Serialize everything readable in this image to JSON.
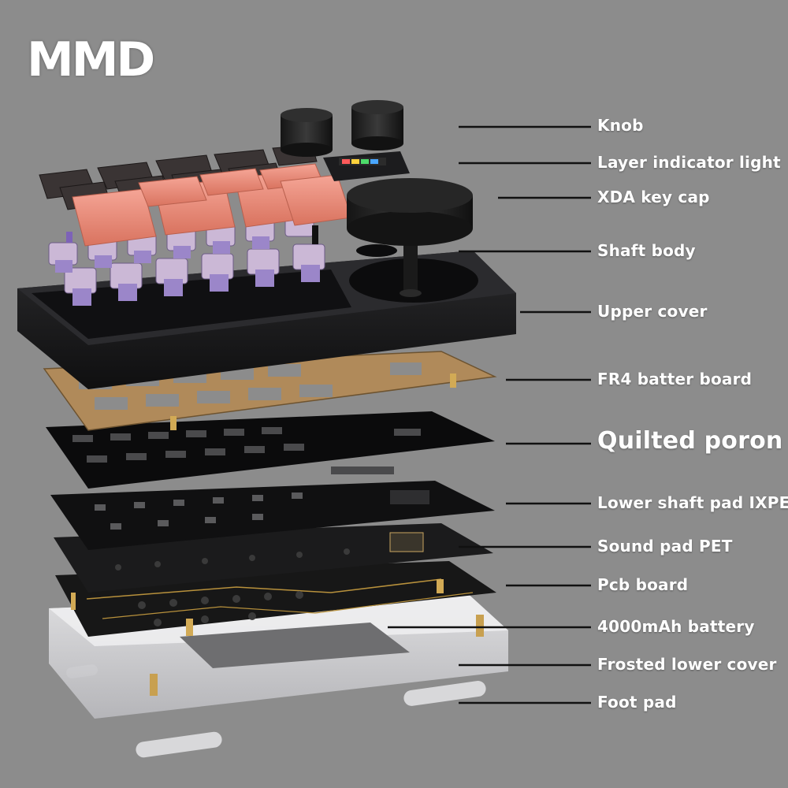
{
  "brand": {
    "logo_text": "MMD"
  },
  "callouts": [
    {
      "id": "knob",
      "label": "Knob"
    },
    {
      "id": "layer-indicator-light",
      "label": "Layer indicator light"
    },
    {
      "id": "xda-key-cap",
      "label": "XDA key cap"
    },
    {
      "id": "shaft-body",
      "label": "Shaft body"
    },
    {
      "id": "upper-cover",
      "label": "Upper cover"
    },
    {
      "id": "fr4-batter-board",
      "label": "FR4 batter board"
    },
    {
      "id": "quilted-poron",
      "label": "Quilted poron"
    },
    {
      "id": "lower-shaft-pad",
      "label": "Lower shaft pad IXPE"
    },
    {
      "id": "sound-pad-pet",
      "label": "Sound pad PET"
    },
    {
      "id": "pcb-board",
      "label": "Pcb board"
    },
    {
      "id": "battery",
      "label": "4000mAh battery"
    },
    {
      "id": "frosted-lower-cover",
      "label": "Frosted lower cover"
    },
    {
      "id": "foot-pad",
      "label": "Foot pad"
    }
  ],
  "colors": {
    "background": "#8c8c8c",
    "keycap_pink": "#e88a78",
    "keycap_dark": "#3a3434",
    "switch_purple": "#9b86c9",
    "fr4_plate": "#b08a5a",
    "case_black": "#1d1d1f"
  }
}
